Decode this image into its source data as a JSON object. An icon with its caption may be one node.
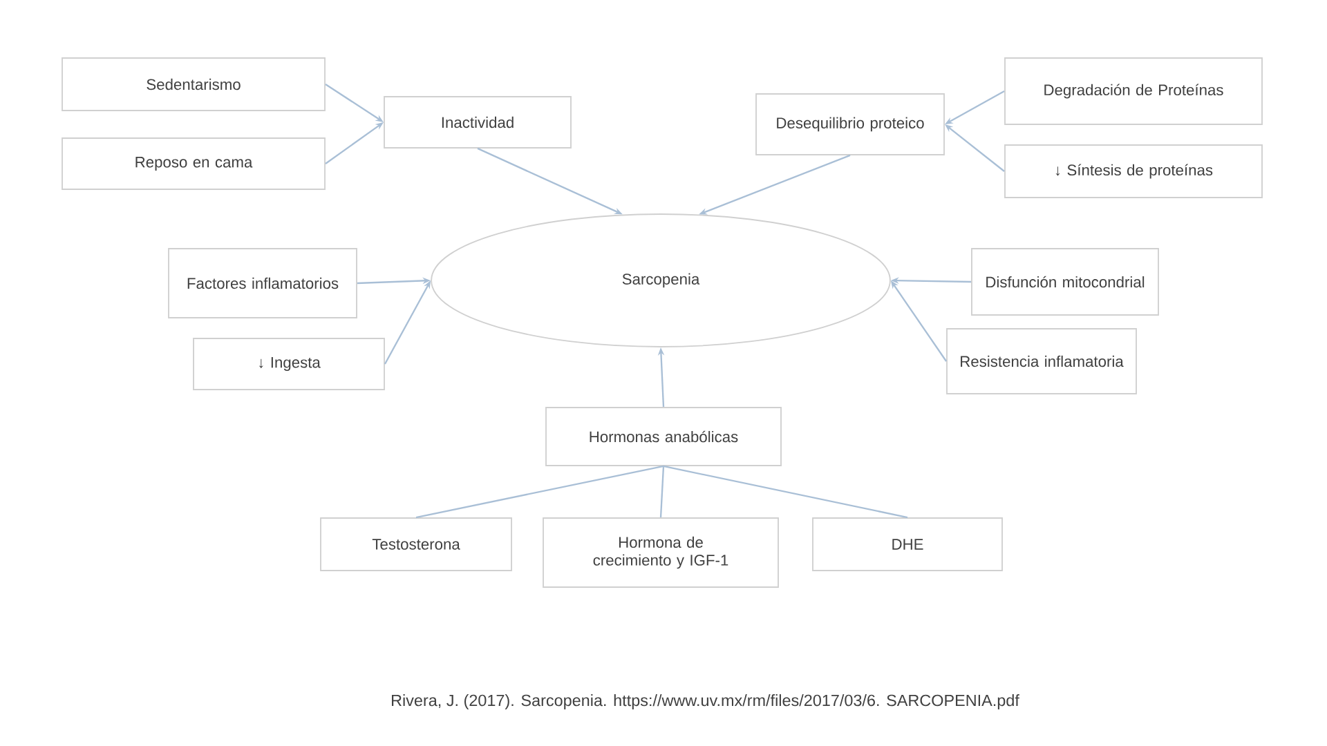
{
  "diagram": {
    "caption": "Rivera, J. (2017). Sarcopenia. https://www.uv.mx/rm/files/2017/03/6. SARCOPENIA.pdf",
    "nodes": [
      {
        "text": [
          "Sedentarismo"
        ]
      },
      {
        "text": [
          "Reposo en cama"
        ]
      },
      {
        "text": [
          "Inactividad"
        ]
      },
      {
        "text": [
          "Desequilibrio proteico"
        ]
      },
      {
        "text": [
          "Degradación de Proteínas"
        ]
      },
      {
        "text": [
          "↓ Síntesis de proteínas"
        ]
      },
      {
        "text": [
          "Factores inflamatorios"
        ]
      },
      {
        "text": [
          "↓ Ingesta"
        ]
      },
      {
        "text": [
          "Sarcopenia"
        ]
      },
      {
        "text": [
          "Disfunción mitocondrial"
        ]
      },
      {
        "text": [
          "Resistencia inflamatoria"
        ]
      },
      {
        "text": [
          "Hormonas anabólicas"
        ]
      },
      {
        "text": [
          "Testosterona"
        ]
      },
      {
        "text": [
          "Hormona de crecimiento y IGF-1"
        ]
      },
      {
        "text": [
          "DHE"
        ]
      }
    ],
    "edges": [
      {
        "from": 0,
        "to": 2,
        "arrow": "to"
      },
      {
        "from": 1,
        "to": 2,
        "arrow": "to"
      },
      {
        "from": 2,
        "to": 8,
        "arrow": "to"
      },
      {
        "from": 3,
        "to": 8,
        "arrow": "to"
      },
      {
        "from": 4,
        "to": 3,
        "arrow": "to"
      },
      {
        "from": 5,
        "to": 3,
        "arrow": "to"
      },
      {
        "from": 6,
        "to": 8,
        "arrow": "to"
      },
      {
        "from": 7,
        "to": 8,
        "arrow": "to"
      },
      {
        "from": 9,
        "to": 8,
        "arrow": "to"
      },
      {
        "from": 10,
        "to": 8,
        "arrow": "to"
      },
      {
        "from": 11,
        "to": 8,
        "arrow": "to"
      },
      {
        "from": 12,
        "to": 11,
        "arrow": "none"
      },
      {
        "from": 13,
        "to": 11,
        "arrow": "none"
      },
      {
        "from": 14,
        "to": 11,
        "arrow": "none"
      }
    ]
  }
}
